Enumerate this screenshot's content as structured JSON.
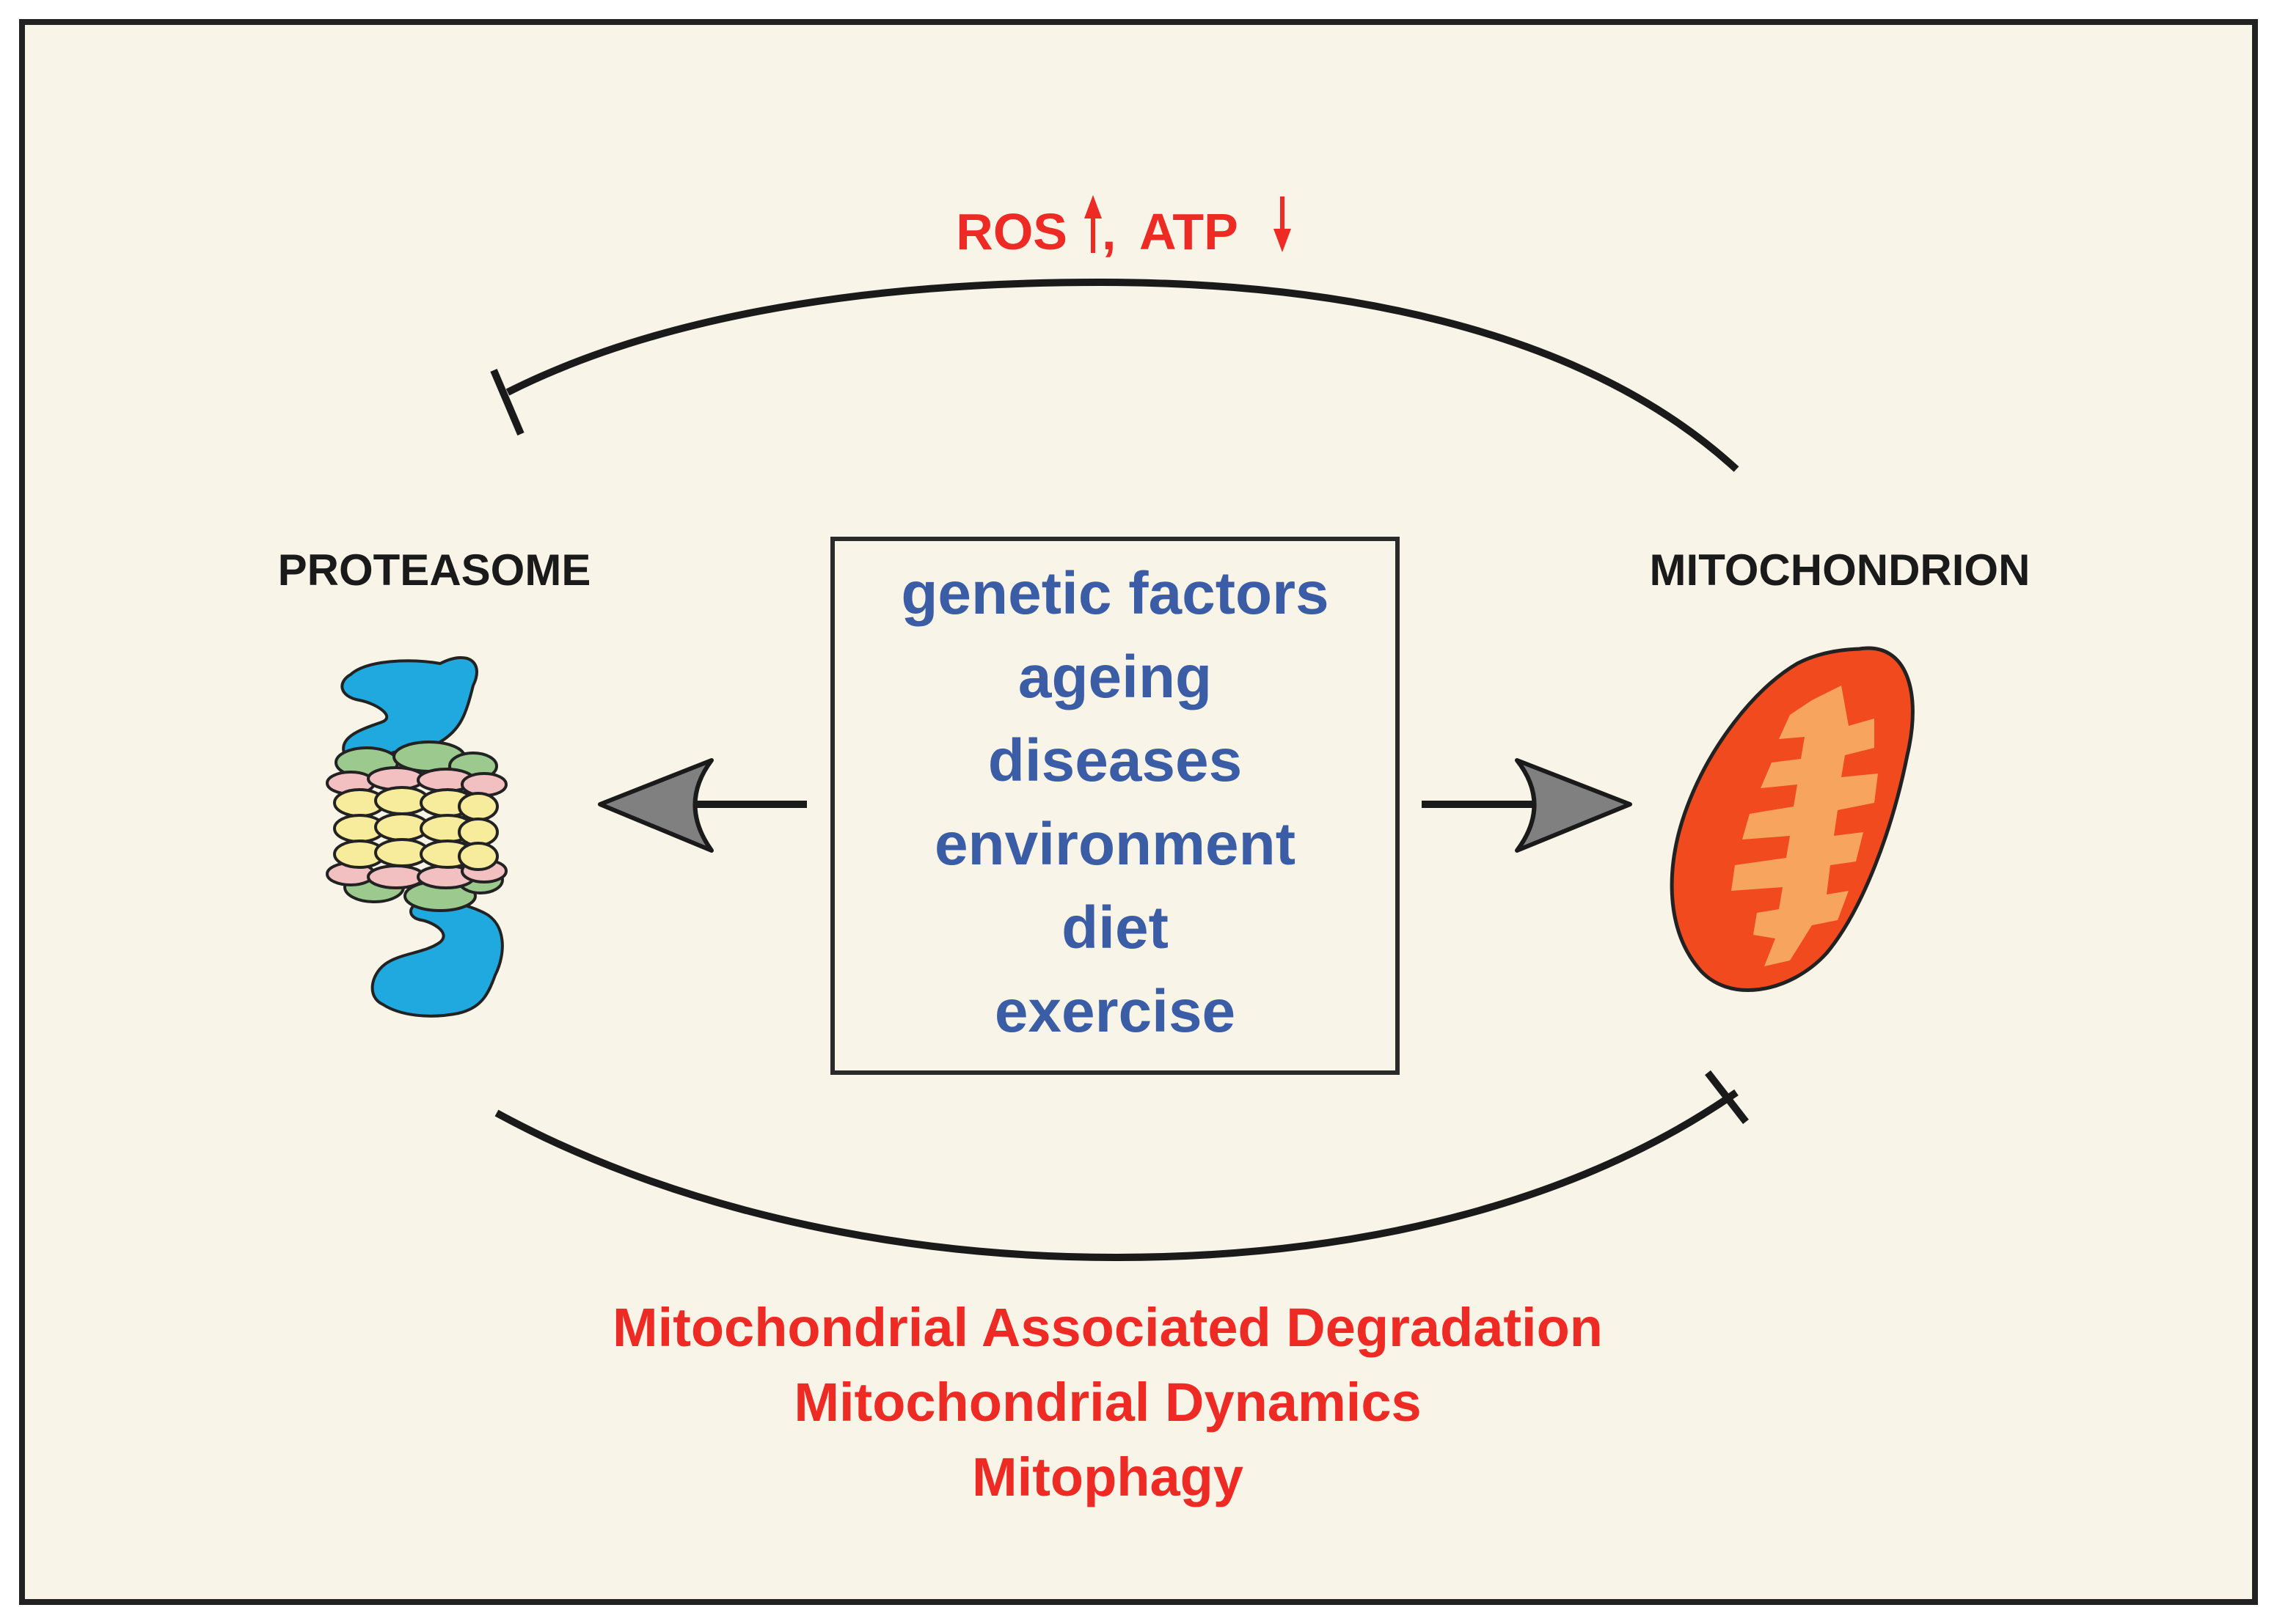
{
  "colors": {
    "background": "#f8f4e8",
    "frame": "#222222",
    "label_dark": "#1a1a1a",
    "factor_blue": "#3a5da6",
    "effect_red": "#ee2a24",
    "proteasome_blue": "#1fa9df",
    "proteasome_yellow": "#f7ec9c",
    "proteasome_pink": "#f2c0c0",
    "proteasome_green": "#9cc98e",
    "mito_outer": "#f04a1e",
    "mito_inner": "#f7a45f",
    "arrow_grey": "#808080"
  },
  "top_feedback": {
    "ros": "ROS",
    "ros_direction": "up",
    "separator": ",",
    "atp": "ATP",
    "atp_direction": "down"
  },
  "left_node": {
    "label": "PROTEASOME",
    "icon": "proteasome-icon"
  },
  "right_node": {
    "label": "MITOCHONDRION",
    "icon": "mitochondrion-icon"
  },
  "factors": [
    "genetic factors",
    "ageing",
    "diseases",
    "environment",
    "diet",
    "exercise"
  ],
  "bottom_effects": [
    "Mitochondrial Associated Degradation",
    "Mitochondrial Dynamics",
    "Mitophagy"
  ]
}
